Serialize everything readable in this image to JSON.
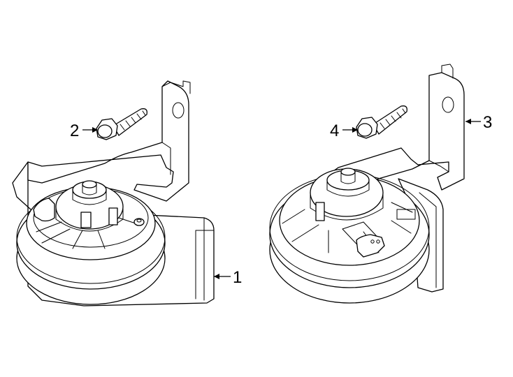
{
  "callouts": [
    {
      "id": 1,
      "label": "1",
      "part": "horn-left"
    },
    {
      "id": 2,
      "label": "2",
      "part": "bolt-left"
    },
    {
      "id": 3,
      "label": "3",
      "part": "horn-right"
    },
    {
      "id": 4,
      "label": "4",
      "part": "bolt-right"
    }
  ],
  "colors": {
    "line": "#000000",
    "background": "#ffffff"
  }
}
